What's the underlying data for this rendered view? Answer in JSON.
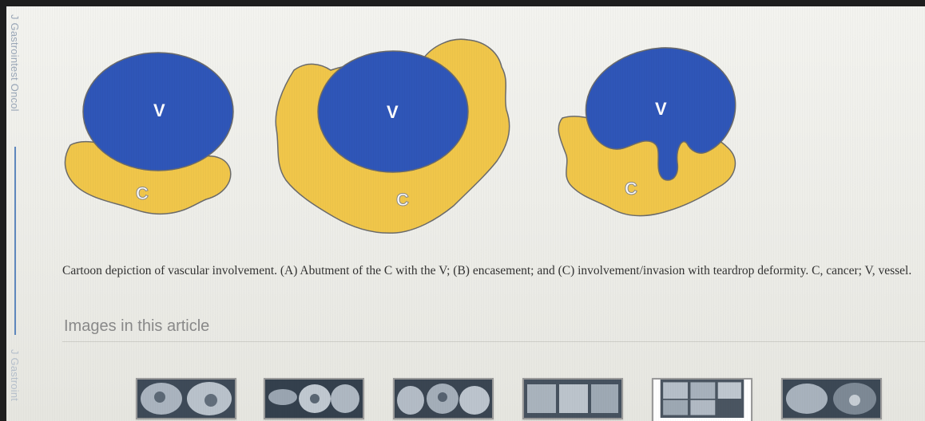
{
  "sidebar": {
    "journal_label": "J Gastrointest Oncol",
    "journal_label_lower": "J Gastroint"
  },
  "figure": {
    "panels": [
      {
        "vessel_letter": "V",
        "cancer_letter": "C"
      },
      {
        "vessel_letter": "V",
        "cancer_letter": "C"
      },
      {
        "vessel_letter": "V",
        "cancer_letter": "C"
      }
    ],
    "colors": {
      "vessel": "#2f56b8",
      "cancer": "#f0c64a",
      "outline": "#6b6b6b"
    }
  },
  "caption": "Cartoon depiction of vascular involvement. (A) Abutment of the C with the V; (B) encasement; and (C) involvement/invasion with teardrop deformity. C, cancer; V, vessel.",
  "images_section": {
    "heading": "Images in this article",
    "thumbnails": [
      {
        "icon": "ct-scan-thumbnail"
      },
      {
        "icon": "ct-scan-thumbnail"
      },
      {
        "icon": "ct-scan-thumbnail"
      },
      {
        "icon": "ct-scan-thumbnail"
      },
      {
        "icon": "ct-scan-thumbnail"
      },
      {
        "icon": "ct-scan-thumbnail"
      }
    ]
  }
}
